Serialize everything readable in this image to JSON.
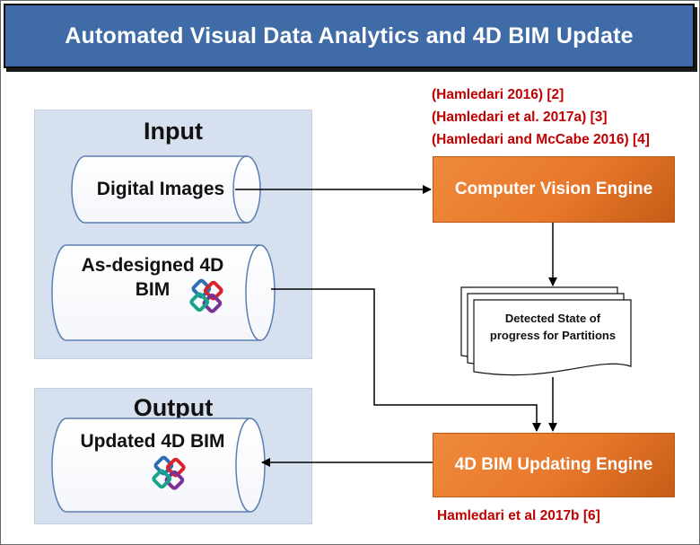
{
  "title": "Automated Visual Data Analytics and 4D BIM Update",
  "input_panel": {
    "heading": "Input",
    "digital_images": "Digital Images",
    "asdesigned_line1": "As-designed 4D",
    "asdesigned_line2": "BIM"
  },
  "output_panel": {
    "heading": "Output",
    "updated_bim": "Updated 4D BIM"
  },
  "references_top": [
    "(Hamledari 2016) [2]",
    "(Hamledari et al. 2017a) [3]",
    "(Hamledari and McCabe 2016) [4]"
  ],
  "computer_vision_engine": "Computer Vision Engine",
  "detected_state_line1": "Detected State of",
  "detected_state_line2": "progress for Partitions",
  "bim_updating_engine": "4D BIM Updating Engine",
  "reference_bottom": "Hamledari et al 2017b [6]",
  "colors": {
    "title_bar": "#3f6ca7",
    "panel": "#d6e0ee",
    "engine_box": "#e8782b",
    "reference_text": "#c00000"
  },
  "icons": [
    "ifc-logo-icon"
  ]
}
